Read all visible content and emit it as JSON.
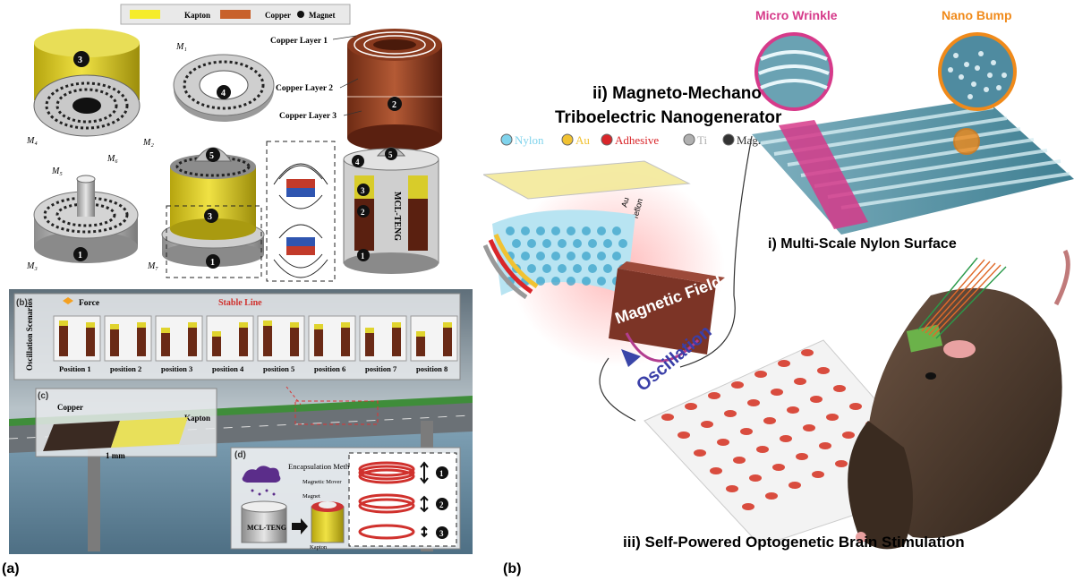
{
  "panel_a": {
    "label": "(a)",
    "legend": {
      "kapton": "Kapton",
      "copper": "Copper",
      "magnet": "Magnet",
      "kapton_color": "#f5ec2a",
      "copper_color": "#c8612b"
    },
    "part_labels": {
      "m1": "M₁",
      "m2": "M₂",
      "m3": "M₃",
      "m4": "M₄",
      "m5": "M₅",
      "m6": "M₆",
      "m7": "M₇",
      "copper_layer_1": "Copper Layer 1",
      "copper_layer_2": "Copper Layer 2",
      "copper_layer_3": "Copper Layer 3",
      "device_name": "MCL-TENG"
    },
    "numbers": [
      "1",
      "2",
      "3",
      "4",
      "5"
    ],
    "sub_b": {
      "label": "(b)",
      "force": "Force",
      "stable_line": "Stable Line",
      "scenarios_title": "Oscillation Scenarios",
      "positions": [
        "Position 1",
        "position 2",
        "position 3",
        "position 4",
        "position 5",
        "position 6",
        "position 7",
        "position 8"
      ]
    },
    "sub_c": {
      "label": "(c)",
      "copper": "Copper",
      "kapton": "Kapton",
      "scale": "1 mm"
    },
    "sub_d": {
      "label": "(d)",
      "title": "Encapsulation Method",
      "magnetic_mover": "Magnetic Mover",
      "magnet": "Magnet",
      "kapton": "Kapton",
      "device": "MCL-TENG",
      "steps": [
        "1",
        "2",
        "3"
      ]
    }
  },
  "panel_b": {
    "label": "(b)",
    "title_line1": "ii) Magneto-Mechano",
    "title_line2": "Triboelectric Nanogenerator",
    "materials": [
      {
        "name": "Nylon",
        "color": "#7fd3ec"
      },
      {
        "name": "Au",
        "color": "#f1c232"
      },
      {
        "name": "Adhesive",
        "color": "#d9262a"
      },
      {
        "name": "Ti",
        "color": "#b0b0b0"
      },
      {
        "name": "Magnet",
        "color": "#333333"
      }
    ],
    "layer_au": "Au",
    "layer_teflon": "Teflon",
    "magnetic_field": "Magnetic Field",
    "oscillation": "Oscillation",
    "micro_wrinkle": "Micro Wrinkle",
    "nano_bump": "Nano Bump",
    "surface_caption": "i) Multi-Scale Nylon Surface",
    "stimulation_caption": "iii) Self-Powered Optogenetic Brain Stimulation"
  }
}
